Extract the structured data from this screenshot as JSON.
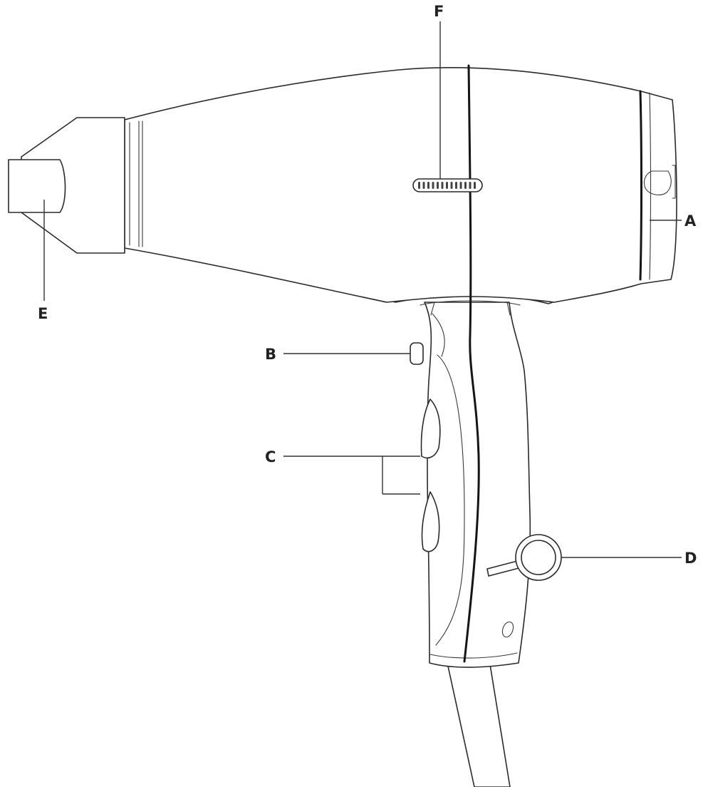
{
  "callouts": {
    "A": "A",
    "B": "B",
    "C": "C",
    "D": "D",
    "E": "E",
    "F": "F"
  }
}
